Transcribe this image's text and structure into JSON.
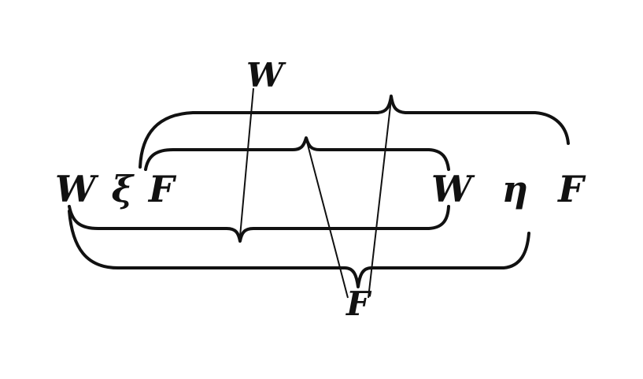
{
  "labels": {
    "top": "W",
    "left": "W ξ F",
    "right": "W η F",
    "bottom": "F"
  },
  "colors": {
    "ink": "#111111",
    "background": "#ffffff"
  }
}
